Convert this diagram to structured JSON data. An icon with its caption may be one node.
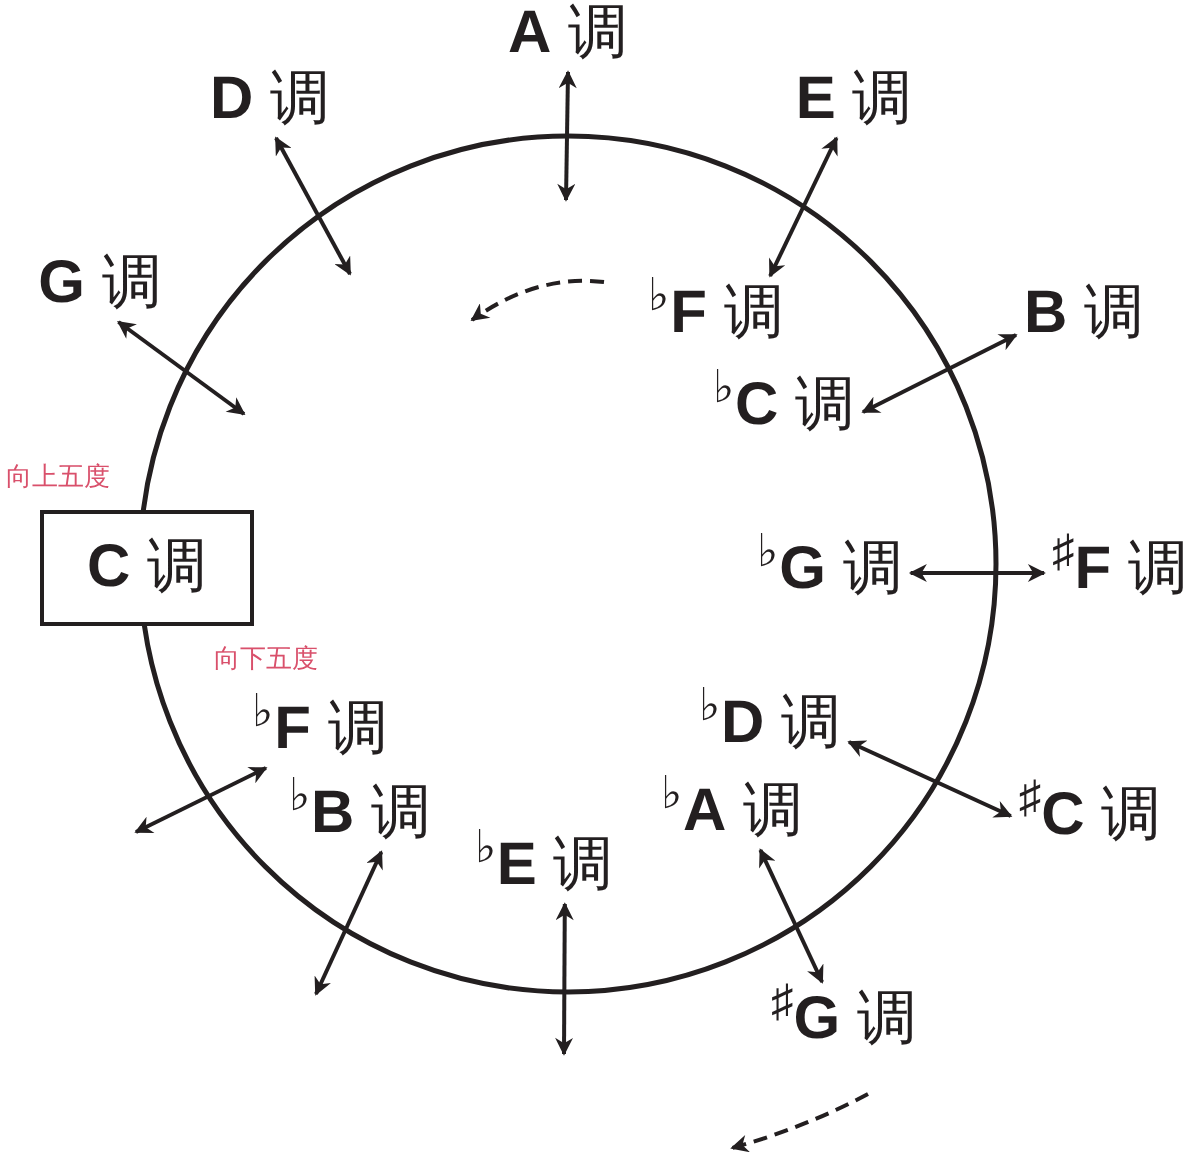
{
  "diagram": {
    "nodes": [
      {
        "text": [
          "**A** 调"
        ]
      },
      {
        "text": [
          "**D** 调"
        ]
      },
      {
        "text": [
          "**E** 调"
        ]
      },
      {
        "text": [
          "**G** 调"
        ]
      },
      {
        "text": [
          "**B** 调"
        ]
      },
      {
        "text": [
          "$^{♭}$**F** 调"
        ]
      },
      {
        "text": [
          "$^{♭}$**C** 调"
        ]
      },
      {
        "text": [
          "**C** 调"
        ]
      },
      {
        "text": [
          "$^{♭}$**G** 调"
        ]
      },
      {
        "text": [
          "$^{♯}$**F** 调"
        ]
      },
      {
        "text": [
          "$^{♭}$**F** 调"
        ]
      },
      {
        "text": [
          "$^{♭}$**D** 调"
        ]
      },
      {
        "text": [
          "$^{♭}$**B** 调"
        ]
      },
      {
        "text": [
          "$^{♭}$**A** 调"
        ]
      },
      {
        "text": [
          "$^{♯}$**C** 调"
        ]
      },
      {
        "text": [
          "$^{♭}$**E** 调"
        ]
      },
      {
        "text": [
          "$^{♯}$**G** 调"
        ]
      }
    ],
    "edges": [
      {
        "from": 0,
        "to": null,
        "arrow": "both"
      },
      {
        "from": 2,
        "to": 5,
        "arrow": "both"
      },
      {
        "from": 4,
        "to": 6,
        "arrow": "both"
      },
      {
        "from": 9,
        "to": 8,
        "arrow": "both"
      },
      {
        "from": 14,
        "to": 11,
        "arrow": "both"
      },
      {
        "from": 16,
        "to": 13,
        "arrow": "both"
      },
      {
        "from": null,
        "to": 15,
        "arrow": "both"
      },
      {
        "from": null,
        "to": 12,
        "arrow": "both"
      },
      {
        "from": null,
        "to": 10,
        "arrow": "both"
      },
      {
        "from": 3,
        "to": null,
        "arrow": "both"
      },
      {
        "from": 1,
        "to": null,
        "arrow": "both"
      }
    ],
    "labels": [
      "向上五度",
      "向下五度"
    ]
  }
}
